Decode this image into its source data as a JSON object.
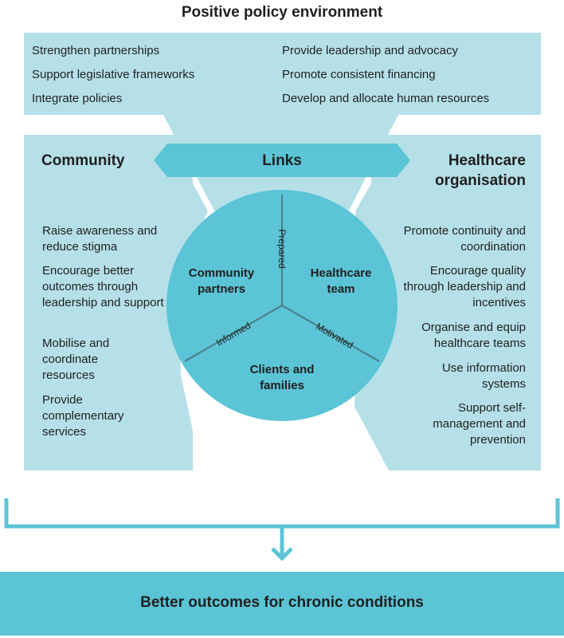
{
  "title": "Positive policy environment",
  "policy": {
    "left": [
      "Strengthen partnerships",
      "Support legislative frameworks",
      "Integrate policies"
    ],
    "right": [
      "Provide leadership and advocacy",
      "Promote consistent financing",
      "Develop and allocate human resources"
    ]
  },
  "links_label": "Links",
  "community": {
    "heading": "Community",
    "items": [
      "Raise awareness and reduce stigma",
      "Encourage better outcomes through leadership and support",
      "Mobilise and coordinate resources",
      "Provide complementary services"
    ]
  },
  "healthcare": {
    "heading": "Healthcare organisation",
    "items": [
      "Promote continuity and coordination",
      "Encourage quality through leadership and incentives",
      "Organise and equip healthcare teams",
      "Use information systems",
      "Support self-management and prevention"
    ]
  },
  "circle": {
    "community_partners": "Community partners",
    "healthcare_team": "Healthcare team",
    "clients_families": "Clients and families",
    "prepared": "Prepared",
    "informed": "Informed",
    "motivated": "Motivated"
  },
  "outcome": "Better outcomes for chronic conditions",
  "colors": {
    "light_panel": "#b6e0e8",
    "accent": "#5bc4d6",
    "divider": "#4a7c86"
  }
}
